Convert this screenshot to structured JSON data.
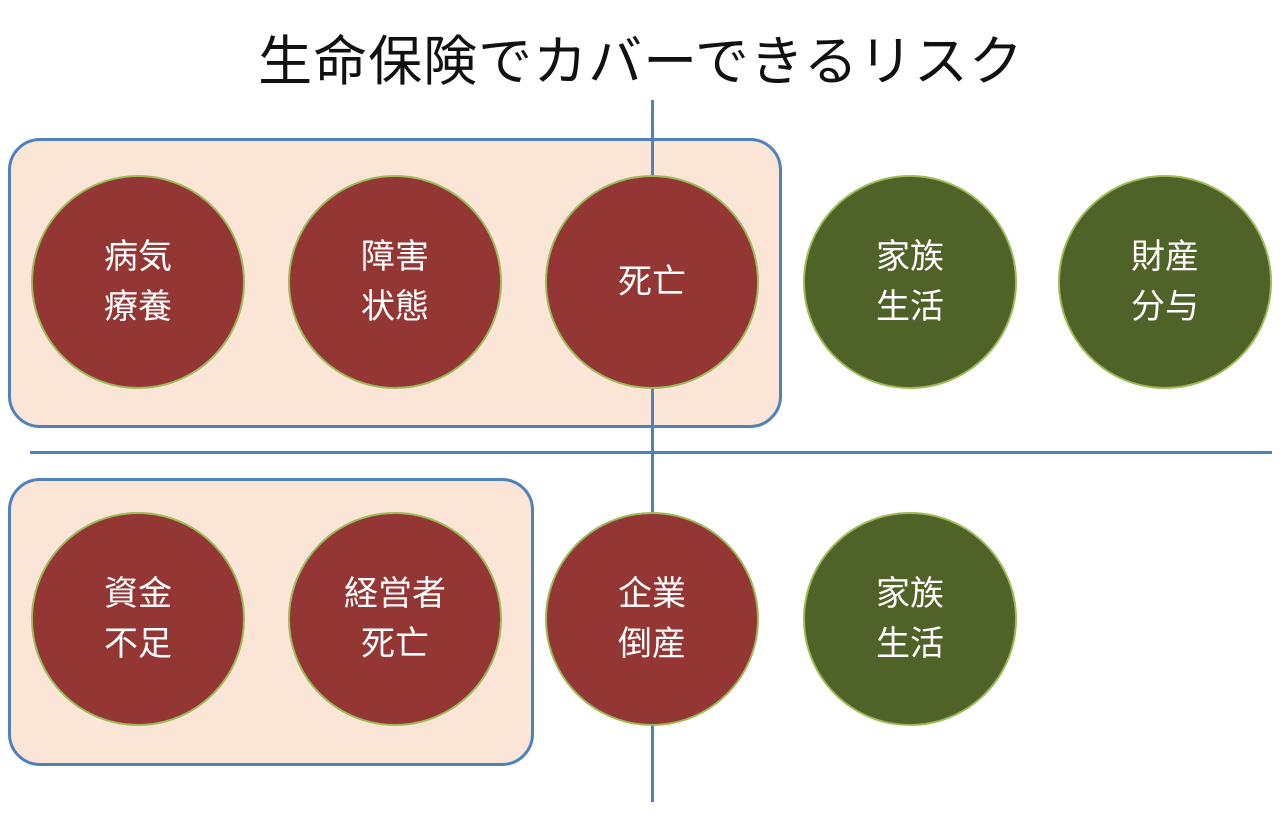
{
  "title": "生命保険でカバーできるリスク",
  "colors": {
    "risk_covered": "#943634",
    "risk_other": "#4f6228",
    "group_fill": "#fbe5d6",
    "lines": "#4f81bd"
  },
  "top_row": {
    "items": [
      {
        "label": "病気\n療養"
      },
      {
        "label": "障害\n状態"
      },
      {
        "label": "死亡"
      },
      {
        "label": "家族\n生活"
      },
      {
        "label": "財産\n分与"
      }
    ]
  },
  "bottom_row": {
    "items": [
      {
        "label": "資金\n不足"
      },
      {
        "label": "経営者\n死亡"
      },
      {
        "label": "企業\n倒産"
      },
      {
        "label": "家族\n生活"
      }
    ]
  }
}
